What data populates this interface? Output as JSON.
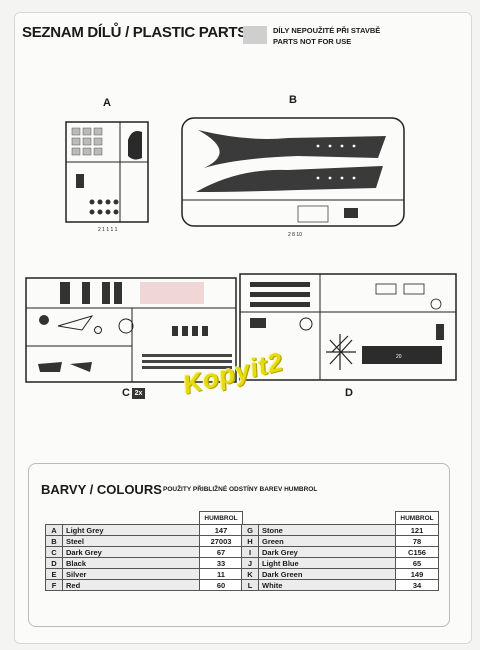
{
  "header": {
    "title": "SEZNAM DÍLŮ / PLASTIC PARTS",
    "note_line1": "DÍLY NEPOUŽITÉ PŘI STAVBĚ",
    "note_line2": "PARTS NOT FOR USE"
  },
  "sprues": {
    "a": {
      "label": "A"
    },
    "b": {
      "label": "B"
    },
    "c": {
      "label": "C",
      "badge": "2x"
    },
    "d": {
      "label": "D"
    }
  },
  "watermark": "Kopyit2",
  "colours": {
    "title": "BARVY / COLOURS",
    "subtitle": "POUŽITY PŘIBLIŽNÉ ODSTÍNY BAREV HUMBROL",
    "header": "HUMBROL",
    "left": [
      {
        "letter": "A",
        "name": "Light Grey",
        "code": "147"
      },
      {
        "letter": "B",
        "name": "Steel",
        "code": "27003"
      },
      {
        "letter": "C",
        "name": "Dark Grey",
        "code": "67"
      },
      {
        "letter": "D",
        "name": "Black",
        "code": "33"
      },
      {
        "letter": "E",
        "name": "Silver",
        "code": "11"
      },
      {
        "letter": "F",
        "name": "Red",
        "code": "60"
      }
    ],
    "right": [
      {
        "letter": "G",
        "name": "Stone",
        "code": "121"
      },
      {
        "letter": "H",
        "name": "Green",
        "code": "78"
      },
      {
        "letter": "I",
        "name": "Dark Grey",
        "code": "C156"
      },
      {
        "letter": "J",
        "name": "Light Blue",
        "code": "65"
      },
      {
        "letter": "K",
        "name": "Dark Green",
        "code": "149"
      },
      {
        "letter": "L",
        "name": "White",
        "code": "34"
      }
    ]
  }
}
